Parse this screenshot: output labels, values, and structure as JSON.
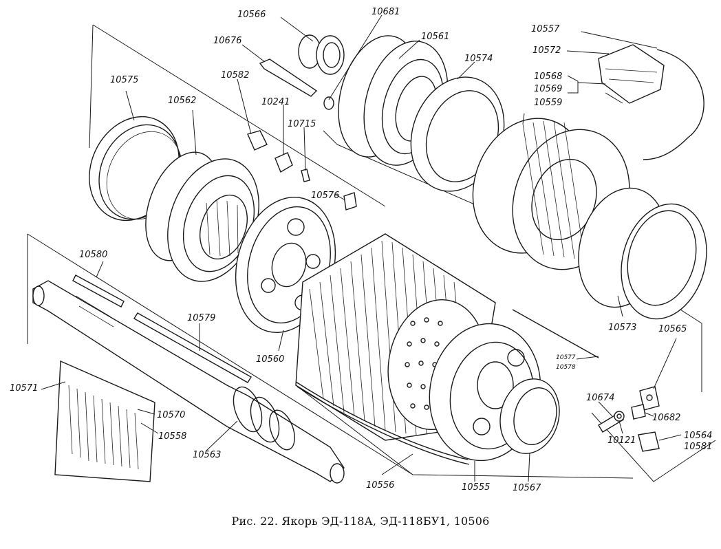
{
  "caption": "Рис. 22. Якорь ЭД-118А, ЭД-118БУ1, 10506",
  "labels": {
    "l10566": "10566",
    "l10681": "10681",
    "l10561": "10561",
    "l10557": "10557",
    "l10572": "10572",
    "l10676": "10676",
    "l10574": "10574",
    "l10568": "10568",
    "l10569": "10569",
    "l10559": "10559",
    "l10582": "10582",
    "l10241": "10241",
    "l10575": "10575",
    "l10562": "10562",
    "l10715": "10715",
    "l10576": "10576",
    "l10580": "10580",
    "l10579": "10579",
    "l10573": "10573",
    "l10565": "10565",
    "l10560": "10560",
    "l10577": "10577",
    "l10578": "10578",
    "l10571": "10571",
    "l10570": "10570",
    "l10674": "10674",
    "l10682": "10682",
    "l10558": "10558",
    "l10121": "10121",
    "l10564": "10564",
    "l10581": "10581",
    "l10563": "10563",
    "l10556": "10556",
    "l10555": "10555",
    "l10567": "10567"
  }
}
